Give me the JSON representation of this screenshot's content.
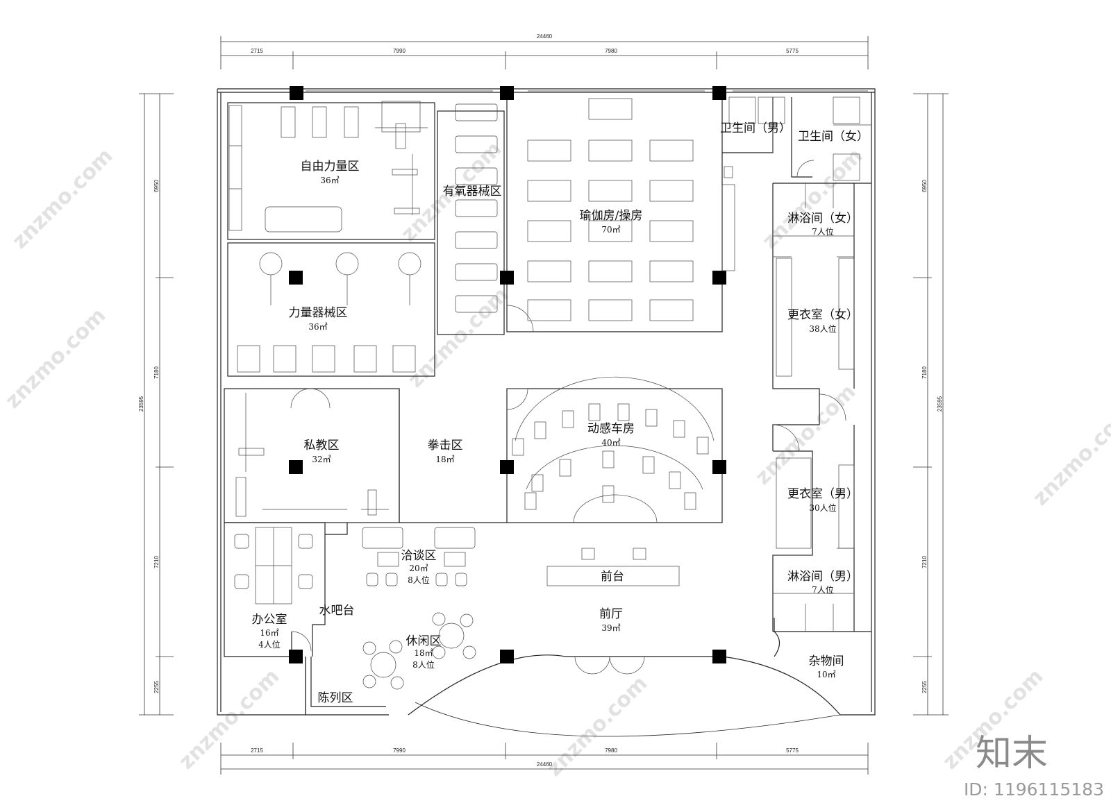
{
  "drawing": {
    "dimensions": {
      "total_width": "24460",
      "segments": [
        "2715",
        "7990",
        "7980",
        "5775"
      ],
      "total_height": "23595",
      "left_segments": [
        "6950",
        "7180",
        "7210",
        "2255"
      ],
      "right_segments": [
        "6950",
        "7180",
        "7210",
        "2255"
      ]
    },
    "rooms": [
      {
        "id": "free-weights",
        "name": "自由力量区",
        "area": "36㎡"
      },
      {
        "id": "cardio",
        "name": "有氧器械区"
      },
      {
        "id": "yoga",
        "name": "瑜伽房/操房",
        "area": "70㎡"
      },
      {
        "id": "wc-men",
        "name": "卫生间（男）"
      },
      {
        "id": "wc-women",
        "name": "卫生间（女）"
      },
      {
        "id": "shower-women",
        "name": "淋浴间（女）",
        "capacity": "7人位"
      },
      {
        "id": "locker-women",
        "name": "更衣室（女）",
        "capacity": "38人位"
      },
      {
        "id": "strength",
        "name": "力量器械区",
        "area": "36㎡"
      },
      {
        "id": "personal-training",
        "name": "私教区",
        "area": "32㎡"
      },
      {
        "id": "boxing",
        "name": "拳击区",
        "area": "18㎡"
      },
      {
        "id": "spinning",
        "name": "动感车房",
        "area": "40㎡"
      },
      {
        "id": "locker-men",
        "name": "更衣室（男）",
        "capacity": "30人位"
      },
      {
        "id": "negotiation",
        "name": "洽谈区",
        "area": "20㎡",
        "capacity": "8人位"
      },
      {
        "id": "reception",
        "name": "前台"
      },
      {
        "id": "shower-men",
        "name": "淋浴间（男）",
        "capacity": "7人位"
      },
      {
        "id": "bar",
        "name": "水吧台"
      },
      {
        "id": "office",
        "name": "办公室",
        "area": "16㎡",
        "capacity": "4人位"
      },
      {
        "id": "lobby",
        "name": "前厅",
        "area": "39㎡"
      },
      {
        "id": "lounge",
        "name": "休闲区",
        "area": "18㎡",
        "capacity": "8人位"
      },
      {
        "id": "storage",
        "name": "杂物间",
        "area": "10㎡"
      },
      {
        "id": "display",
        "name": "陈列区"
      }
    ]
  },
  "watermark": {
    "site": "znzmo.com",
    "brand": "知末",
    "id_text": "ID: 1196115183"
  }
}
